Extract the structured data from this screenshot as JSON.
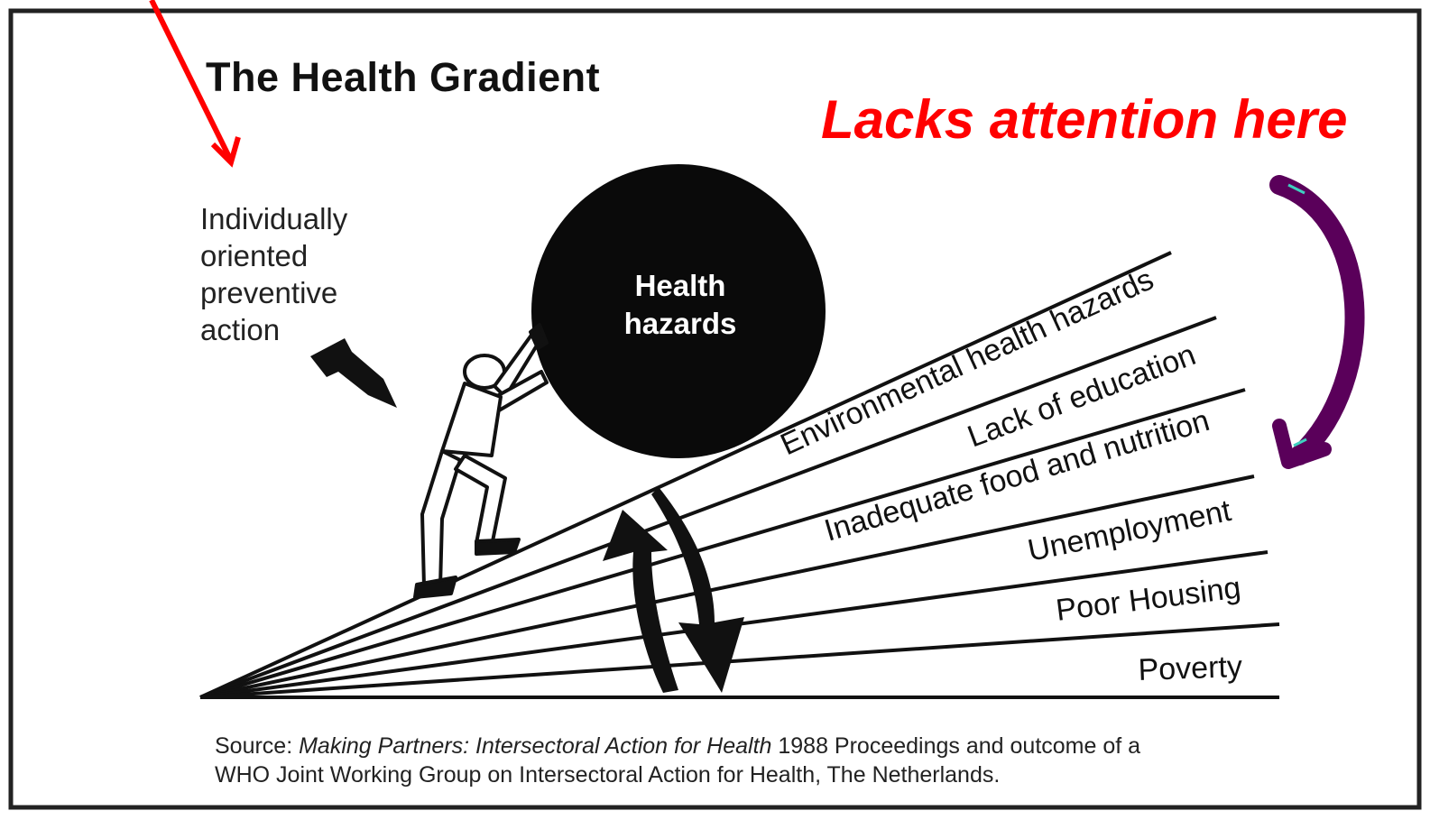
{
  "title": "The Health Gradient",
  "callout": "Lacks attention here",
  "side_note": "Individually\noriented\npreventive\naction",
  "ball_label": [
    "Health",
    "hazards"
  ],
  "gradient_lines": [
    "Environmental health hazards",
    "Lack of education",
    "Inadequate food and nutrition",
    "Unemployment",
    "Poor Housing",
    "Poverty"
  ],
  "source": {
    "prefix": "Source: ",
    "italic": "Making Partners: Intersectoral Action for Health",
    "rest": " 1988 Proceedings and outcome of a",
    "line2": "WHO Joint Working Group on Intersectoral Action for Health, The Netherlands."
  },
  "colors": {
    "callout": "#ff0000",
    "red_arrow": "#ff0000",
    "purple_arrow": "#5a005a",
    "ink": "#111111"
  }
}
